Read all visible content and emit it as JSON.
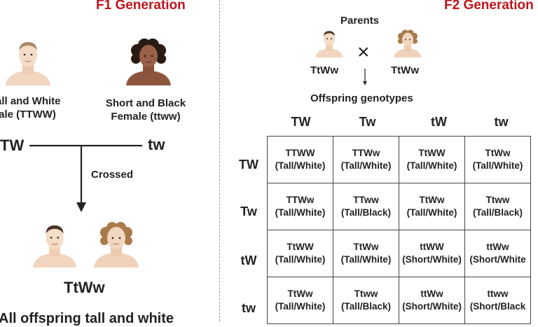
{
  "colors": {
    "title": "#c0151c",
    "skin_light": "#f5dcc6",
    "skin_dark": "#9a6048",
    "hair_brown": "#a97a4a",
    "hair_black": "#2a1a14"
  },
  "f1": {
    "title": "F1 Generation",
    "male_label_line1": "all and White",
    "male_label_line2": "lale (TTWW)",
    "female_label_line1": "Short and Black",
    "female_label_line2": "Female (ttww)",
    "left_gamete": "TW",
    "right_gamete": "tw",
    "crossed_label": "Crossed",
    "offspring_genotype": "TtWw",
    "conclusion": "All offspring tall and white"
  },
  "f2": {
    "title": "F2 Generation",
    "parents_label": "Parents",
    "parent1": "TtWw",
    "parent2": "TtWw",
    "cross_symbol": "×",
    "offspring_label": "Offspring genotypes",
    "col_headers": [
      "TW",
      "Tw",
      "tW",
      "tw"
    ],
    "row_headers": [
      "TW",
      "Tw",
      "tW",
      "tw"
    ],
    "rows": [
      [
        {
          "g": "TTWW",
          "p": "(Tall/White)"
        },
        {
          "g": "TTWw",
          "p": "(Tall/White)"
        },
        {
          "g": "TtWW",
          "p": "(Tall/White)"
        },
        {
          "g": "TtWw",
          "p": "(Tall/White)"
        }
      ],
      [
        {
          "g": "TTWw",
          "p": "(Tall/White)"
        },
        {
          "g": "TTww",
          "p": "(Tall/Black)"
        },
        {
          "g": "TtWw",
          "p": "(Tall/White)"
        },
        {
          "g": "Ttww",
          "p": "(Tall/Black)"
        }
      ],
      [
        {
          "g": "TtWW",
          "p": "(Tall/White)"
        },
        {
          "g": "TtWw",
          "p": "(Tall/White)"
        },
        {
          "g": "ttWW",
          "p": "(Short/White)"
        },
        {
          "g": "ttWw",
          "p": "(Short/White"
        }
      ],
      [
        {
          "g": "TtWw",
          "p": "(Tall/White)"
        },
        {
          "g": "Ttww",
          "p": "(Tall/Black)"
        },
        {
          "g": "ttWw",
          "p": "(Short/White)"
        },
        {
          "g": "ttww",
          "p": "(Short/Black"
        }
      ]
    ]
  }
}
